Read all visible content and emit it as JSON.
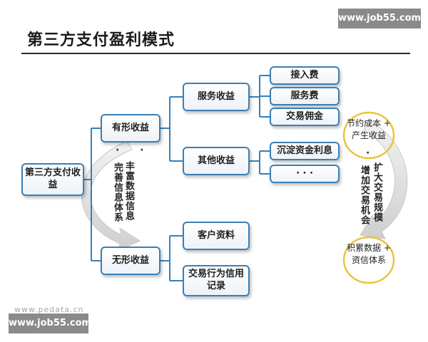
{
  "title": "第三方支付盈利模式",
  "watermark_top": "www.job55.com",
  "watermark_bottom": "www.job55.com",
  "faint_url": "www.pedata.cn",
  "nodes": {
    "root": "第三方支付收益",
    "tangible": "有形收益",
    "intangible": "无形收益",
    "service_income": "服务收益",
    "other_income": "其他收益",
    "access_fee": "接入费",
    "service_fee": "服务费",
    "transaction_commission": "交易佣金",
    "float_interest": "沉淀资金利息",
    "other_ellipsis": "· · ·",
    "customer_data": "客户资料",
    "transaction_record": "交易行为信用记录"
  },
  "cycle_left": {
    "dots": "· ·",
    "col_a": "丰富数据信息",
    "col_b": "完善信息体系"
  },
  "cycle_right": {
    "top_ellipse": "节约成本 + 产生收益",
    "dot": "·",
    "col_a": "扩大交易规模",
    "col_b": "增加交易机会",
    "bottom_ellipse": "积累数据 + 资信体系"
  },
  "colors": {
    "node_border": "#3a7fb6",
    "connector": "#3a7fb6",
    "ellipse": "#e8c53a",
    "arrow": "#d9d9d9"
  }
}
